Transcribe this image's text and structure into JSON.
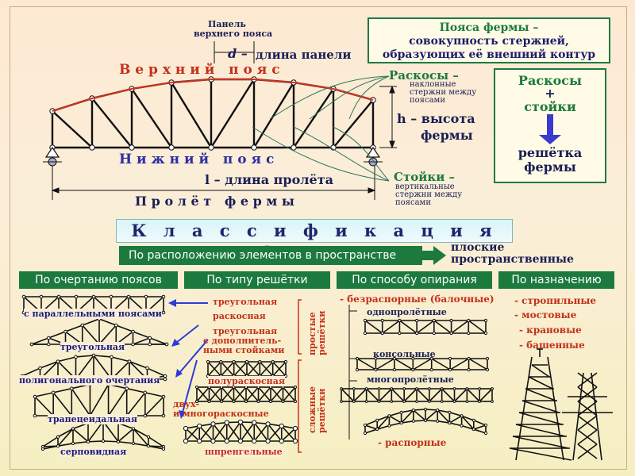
{
  "top": {
    "panel_label_1": "Панель",
    "panel_label_2": "верхнего пояса",
    "d_label": "d –",
    "d_desc": "длина панели",
    "upper_chord": "В е р х н и й   п о я с",
    "lower_chord": "Н и ж н и й   п о я с",
    "span_length": "l – длина пролёта",
    "span": "П р о л ё т   ф е р м ы",
    "height_1": "h – высота",
    "height_2": "фермы",
    "diagonals_title": "Раскосы –",
    "diagonals_desc": [
      "наклонные",
      "стержни между",
      "поясами"
    ],
    "posts_title": "Стойки –",
    "posts_desc": [
      "вертикальные",
      "стержни между",
      "поясами"
    ]
  },
  "definition": {
    "title": "Пояса фермы –",
    "line2": "совокупность стержней,",
    "line3": "образующих её внешний контур"
  },
  "grid_box": {
    "a": "Раскосы",
    "plus": "+",
    "b": "стойки",
    "c1": "решётка",
    "c2": "фермы"
  },
  "classification": {
    "title": "К л а с с и ф и к а ц и я   ф е р м",
    "space_header": "По расположению элементов в пространстве",
    "space_options": [
      "плоские",
      "пространственные"
    ],
    "headers": [
      "По очертанию поясов",
      "По типу решётки",
      "По способу опирания",
      "По назначению"
    ]
  },
  "chord_shapes": [
    "с параллельными поясами",
    "треугольная",
    "полигонального очертания",
    "трапецеидальная",
    "серповидная"
  ],
  "lattice": {
    "simple_group": "простые решётки",
    "complex_group": "сложные решётки",
    "simple": [
      "треугольная",
      "раскосная",
      "треугольная",
      "с дополнитель-",
      "ными стойками"
    ],
    "complex": [
      "полураскосная",
      "двух-",
      "и многораскосные",
      "шпренгельные"
    ]
  },
  "support": {
    "non_thrust": "- безраспорные (балочные)",
    "items": [
      "однопролётные",
      "консольные",
      "многопролётные"
    ],
    "thrust": "- распорные"
  },
  "purpose": [
    "- стропильные",
    "- мостовые",
    "- крановые",
    "- башенные"
  ],
  "colors": {
    "green": "#1c7a3f",
    "red": "#c4301a",
    "blue": "#1a1e7a",
    "arrow": "#2d3bd8"
  }
}
